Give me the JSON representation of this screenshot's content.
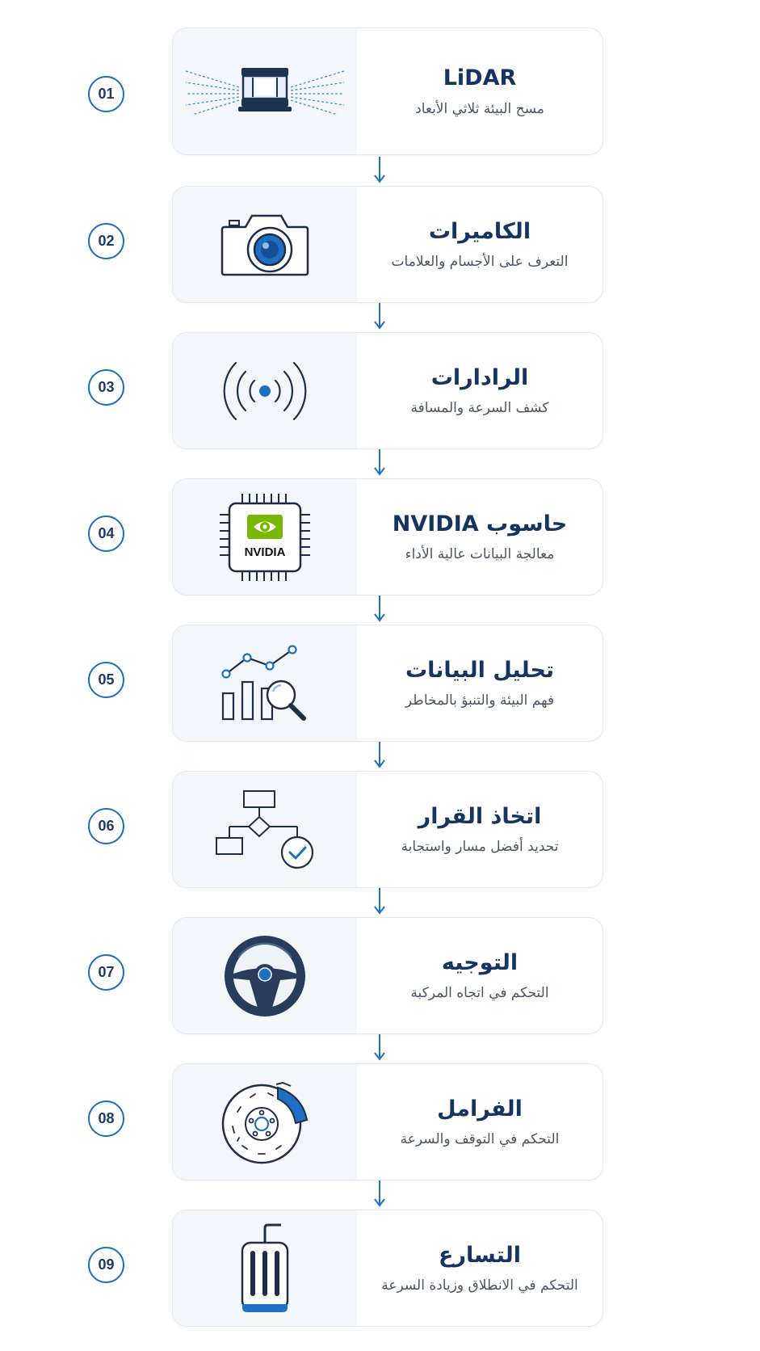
{
  "steps": [
    {
      "number": "01",
      "title": "LiDAR",
      "subtitle": "مسح البيئة ثلاثي الأبعاد",
      "icon": "lidar-sensor-icon"
    },
    {
      "number": "02",
      "title": "الكاميرات",
      "subtitle": "التعرف على الأجسام والعلامات",
      "icon": "camera-icon"
    },
    {
      "number": "03",
      "title": "الرادارات",
      "subtitle": "كشف السرعة والمسافة",
      "icon": "radar-waves-icon"
    },
    {
      "number": "04",
      "title": "حاسوب NVIDIA",
      "subtitle": "معالجة البيانات عالية الأداء",
      "icon": "nvidia-chip-icon",
      "logo_text": "NVIDIA"
    },
    {
      "number": "05",
      "title": "تحليل البيانات",
      "subtitle": "فهم البيئة والتنبؤ بالمخاطر",
      "icon": "data-analysis-icon"
    },
    {
      "number": "06",
      "title": "اتخاذ القرار",
      "subtitle": "تحديد أفضل مسار واستجابة",
      "icon": "decision-flowchart-icon"
    },
    {
      "number": "07",
      "title": "التوجيه",
      "subtitle": "التحكم في اتجاه المركبة",
      "icon": "steering-wheel-icon"
    },
    {
      "number": "08",
      "title": "الفرامل",
      "subtitle": "التحكم في التوقف والسرعة",
      "icon": "brake-disc-icon"
    },
    {
      "number": "09",
      "title": "التسارع",
      "subtitle": "التحكم في الانطلاق وزيادة السرعة",
      "icon": "accelerator-pedal-icon"
    }
  ],
  "colors": {
    "accent": "#1f6fc5",
    "navy": "#163461",
    "icon_stroke": "#1e2d48",
    "card_border": "#e3e9f1",
    "icon_panel_bg": "#f3f7fb",
    "nvidia_green": "#76b900"
  }
}
